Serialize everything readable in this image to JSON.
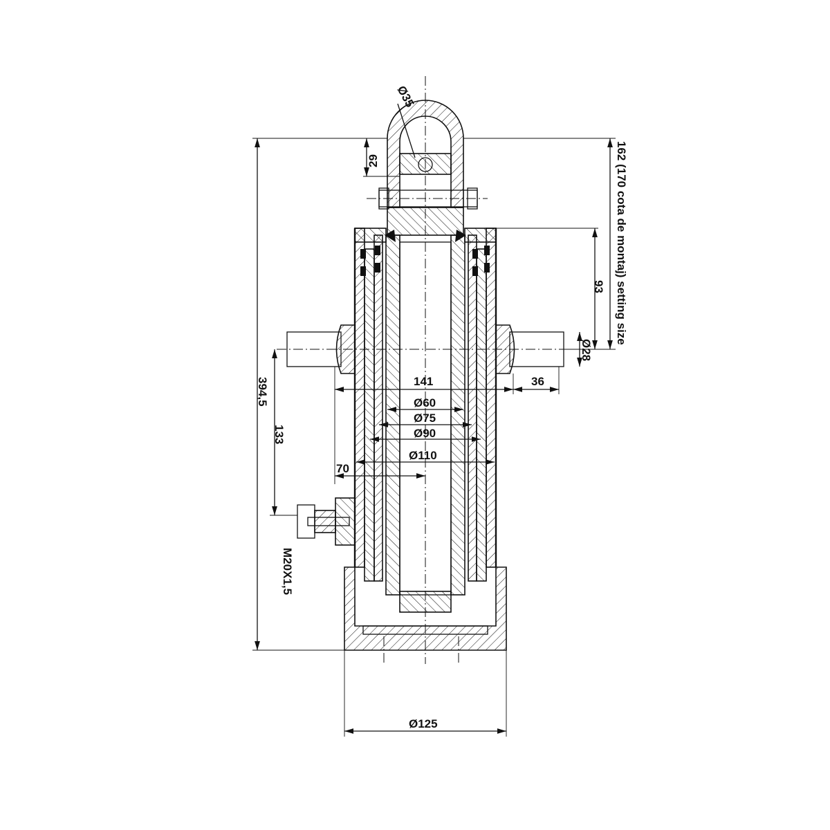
{
  "drawing": {
    "type": "telescopic hydraulic cylinder cross-section",
    "dimensions": {
      "eye_diameter": "Ø35",
      "eye_height": "29",
      "setting_size": "162 (170 cota de montaj) setting size",
      "trunnion_offset": "93",
      "trunnion_pin_diameter": "Ø28",
      "trunnion_span": "141",
      "trunnion_length": "36",
      "tube_1": "Ø60",
      "tube_2": "Ø75",
      "tube_3": "Ø90",
      "tube_4": "Ø110",
      "port_offset": "70",
      "overall_height": "394,5",
      "port_height": "133",
      "port_thread": "M20X1,5",
      "base_diameter": "Ø125"
    }
  }
}
